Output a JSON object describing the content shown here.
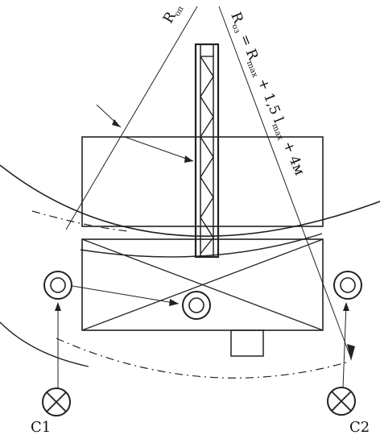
{
  "labels": {
    "r_danger_symbol": "R",
    "r_danger_subscript": "оп",
    "formula": "Rоз = Rmax + 1,5 lmax + 4м",
    "formula_parts": {
      "r1": "R",
      "s1": "оз",
      "eq": " = R",
      "s2": "max",
      "plus1": " + 1,5 l",
      "s3": "max",
      "plus2": " + 4м"
    },
    "crane_left": "C1",
    "crane_right": "C2"
  },
  "colors": {
    "line": "#222222",
    "background": "#ffffff"
  }
}
